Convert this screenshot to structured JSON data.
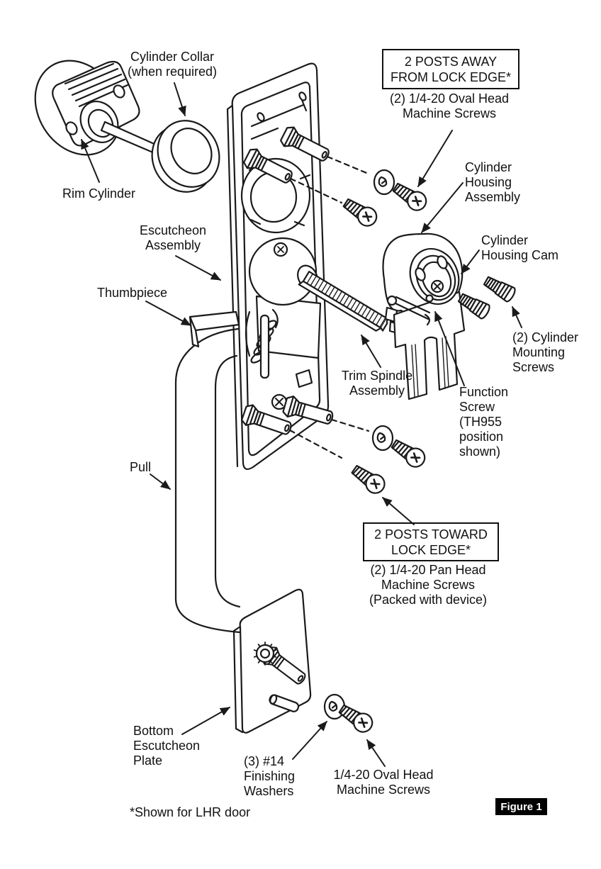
{
  "page": {
    "background": "#ffffff",
    "ink": "#1a1a1a"
  },
  "figure": {
    "badge_label": "Figure 1",
    "footnote": "*Shown for LHR door"
  },
  "callout_boxes": {
    "posts_away": "2 POSTS AWAY\nFROM LOCK EDGE*",
    "posts_toward": "2 POSTS TOWARD\nLOCK EDGE*"
  },
  "labels": {
    "cylinder_collar": "Cylinder Collar\n(when required)",
    "rim_cylinder": "Rim Cylinder",
    "escutcheon_assembly": "Escutcheon\nAssembly",
    "thumbpiece": "Thumbpiece",
    "pull": "Pull",
    "oval_head_top": "(2) 1/4-20 Oval Head\nMachine Screws",
    "cylinder_housing_assembly": "Cylinder\nHousing\nAssembly",
    "cylinder_housing_cam": "Cylinder\nHousing Cam",
    "cylinder_mounting_screws": "(2) Cylinder\nMounting\nScrews",
    "trim_spindle_assembly": "Trim Spindle\nAssembly",
    "function_screw": "Function\nScrew\n(TH955\nposition\nshown)",
    "pan_head": "(2) 1/4-20 Pan Head\nMachine Screws\n(Packed with device)",
    "bottom_escutcheon_plate": "Bottom\nEscutcheon\nPlate",
    "finishing_washers": "(3) #14\nFinishing\nWashers",
    "oval_head_bottom": "1/4-20 Oval Head\nMachine Screws"
  }
}
